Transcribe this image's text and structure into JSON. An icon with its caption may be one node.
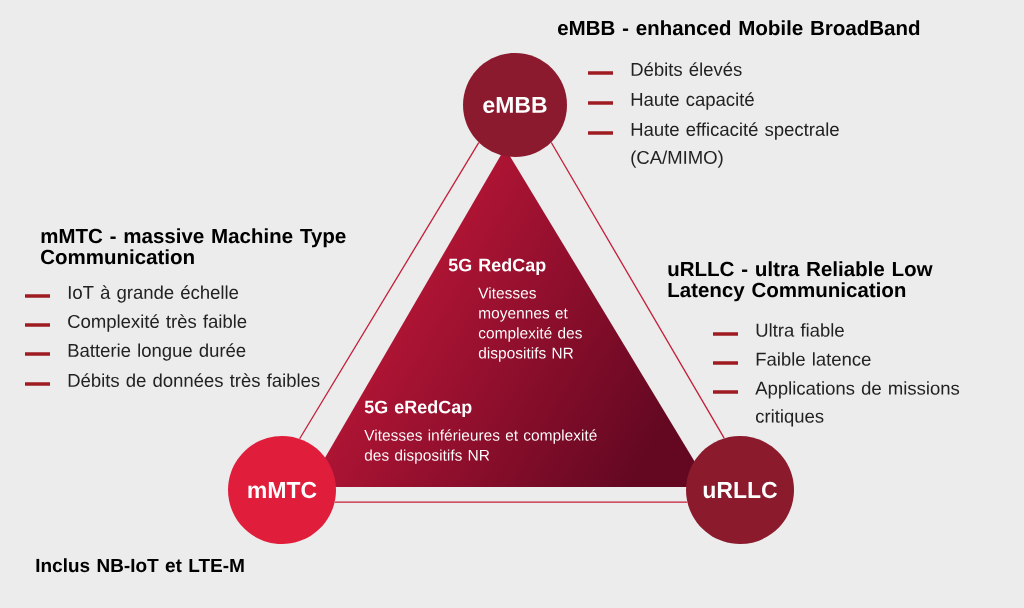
{
  "diagram": {
    "nodes": [
      {
        "text": [
          "eMBB"
        ],
        "beside": [
          "eMBB - enhanced Mobile BroadBand",
          "Débits élevés",
          "Haute capacité",
          "Haute efficacité spectrale (CA/MIMO)"
        ]
      },
      {
        "text": [
          "mMTC"
        ],
        "beside": [
          "IoT à grande échelle",
          "Complexité très faible",
          "Batterie longue durée",
          "Débits de données très faibles",
          "Inclus NB-IoT et LTE-M"
        ]
      },
      {
        "text": [
          "uRLLC"
        ],
        "beside": [
          "uRLLC - ultra Reliable Low Latency Communication",
          "Ultra fiable",
          "Faible latence",
          "Applications de missions critiques"
        ]
      },
      {
        "text": [
          "5G RedCap",
          "Vitesses moyennes et complexité des dispositifs NR",
          "5G eRedCap",
          "Vitesses inférieures et complexité des dispositifs NR"
        ]
      }
    ],
    "edges": [
      {
        "from": 0,
        "to": 1,
        "arrow": "none"
      },
      {
        "from": 0,
        "to": 2,
        "arrow": "none"
      },
      {
        "from": 1,
        "to": 2,
        "arrow": "none"
      }
    ],
    "labels": [
      "mMTC - massive Machine Type Communication"
    ]
  }
}
